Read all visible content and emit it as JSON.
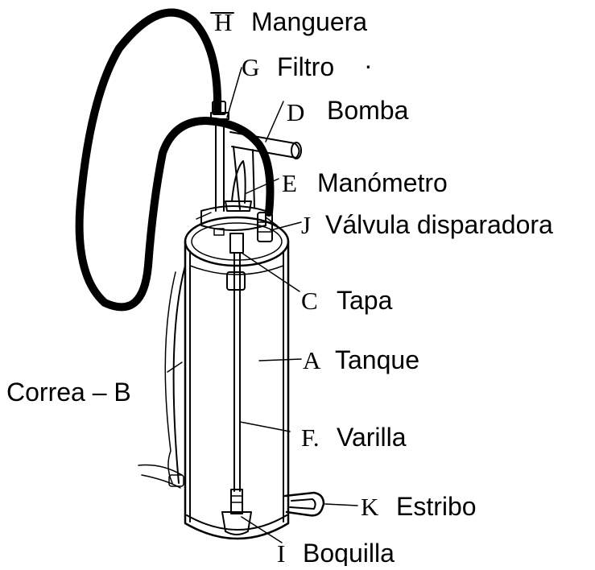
{
  "labels": {
    "H": {
      "letter": "H",
      "text": "Manguera"
    },
    "G": {
      "letter": "G",
      "text": "Filtro"
    },
    "D": {
      "letter": "D",
      "text": "Bomba"
    },
    "E": {
      "letter": "E",
      "text": "Manómetro"
    },
    "J": {
      "letter": "J",
      "text": "Válvula disparadora"
    },
    "C": {
      "letter": "C",
      "text": "Tapa"
    },
    "A": {
      "letter": "A",
      "text": "Tanque"
    },
    "B": {
      "letter": "",
      "text": "Correa – B"
    },
    "F": {
      "letter": "F.",
      "text": "Varilla"
    },
    "K": {
      "letter": "K",
      "text": "Estribo"
    },
    "I": {
      "letter": "I",
      "text": "Boquilla"
    }
  },
  "stray_mark": "·"
}
